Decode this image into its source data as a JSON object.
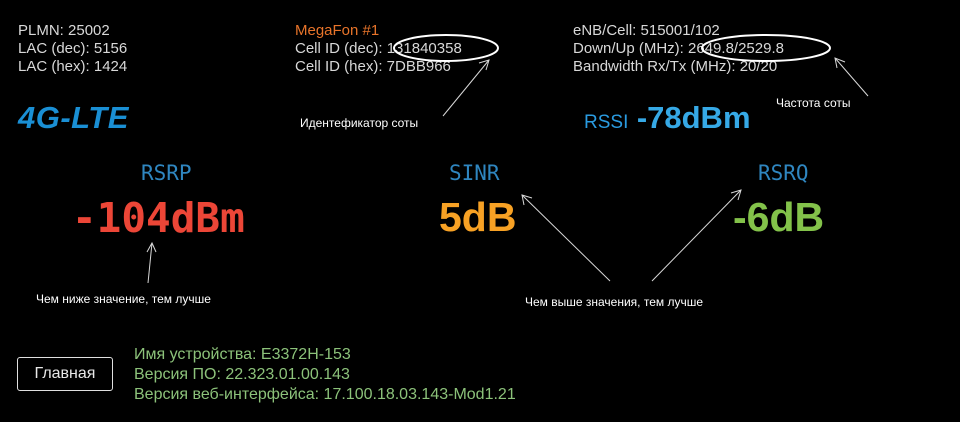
{
  "network": {
    "plmn": "PLMN: 25002",
    "lac_dec": "LAC (dec): 5156",
    "lac_hex": "LAC (hex): 1424"
  },
  "cell": {
    "operator": "MegaFon #1",
    "cell_id_dec_label": "Cell ID (dec):",
    "cell_id_dec_value": "131840358",
    "cell_id_hex": "Cell ID (hex): 7DBB966"
  },
  "radio": {
    "enb_cell": "eNB/Cell: 515001/102",
    "down_up_label": "Down/Up (MHz):",
    "down_up_value": "2649.8/2529.8",
    "bandwidth": "Bandwidth Rx/Tx (MHz): 20/20"
  },
  "technology": "4G-LTE",
  "rssi": {
    "label": "RSSI",
    "value": "-78dBm"
  },
  "metrics": {
    "rsrp": {
      "label": "RSRP",
      "value": "-104dBm"
    },
    "sinr": {
      "label": "SINR",
      "value": "5dB"
    },
    "rsrq": {
      "label": "RSRQ",
      "value": "-6dB"
    }
  },
  "annotations": {
    "cell_id_note": "Идентефикатор соты",
    "frequency_note": "Частота соты",
    "lower_better": "Чем ниже значение, тем лучше",
    "higher_better": "Чем выше значения, тем лучше"
  },
  "home_button": "Главная",
  "device": {
    "name": "Имя устройства: E3372H-153",
    "firmware": "Версия ПО: 22.323.01.00.143",
    "webui": "Версия веб-интерфейса: 17.100.18.03.143-Mod1.21"
  },
  "colors": {
    "rsrp": "#ec4637",
    "sinr": "#f7a124",
    "rsrq": "#83c24a",
    "lte": "#1a8fd4",
    "operator": "#e8742a",
    "device_text": "#8cc27a"
  }
}
